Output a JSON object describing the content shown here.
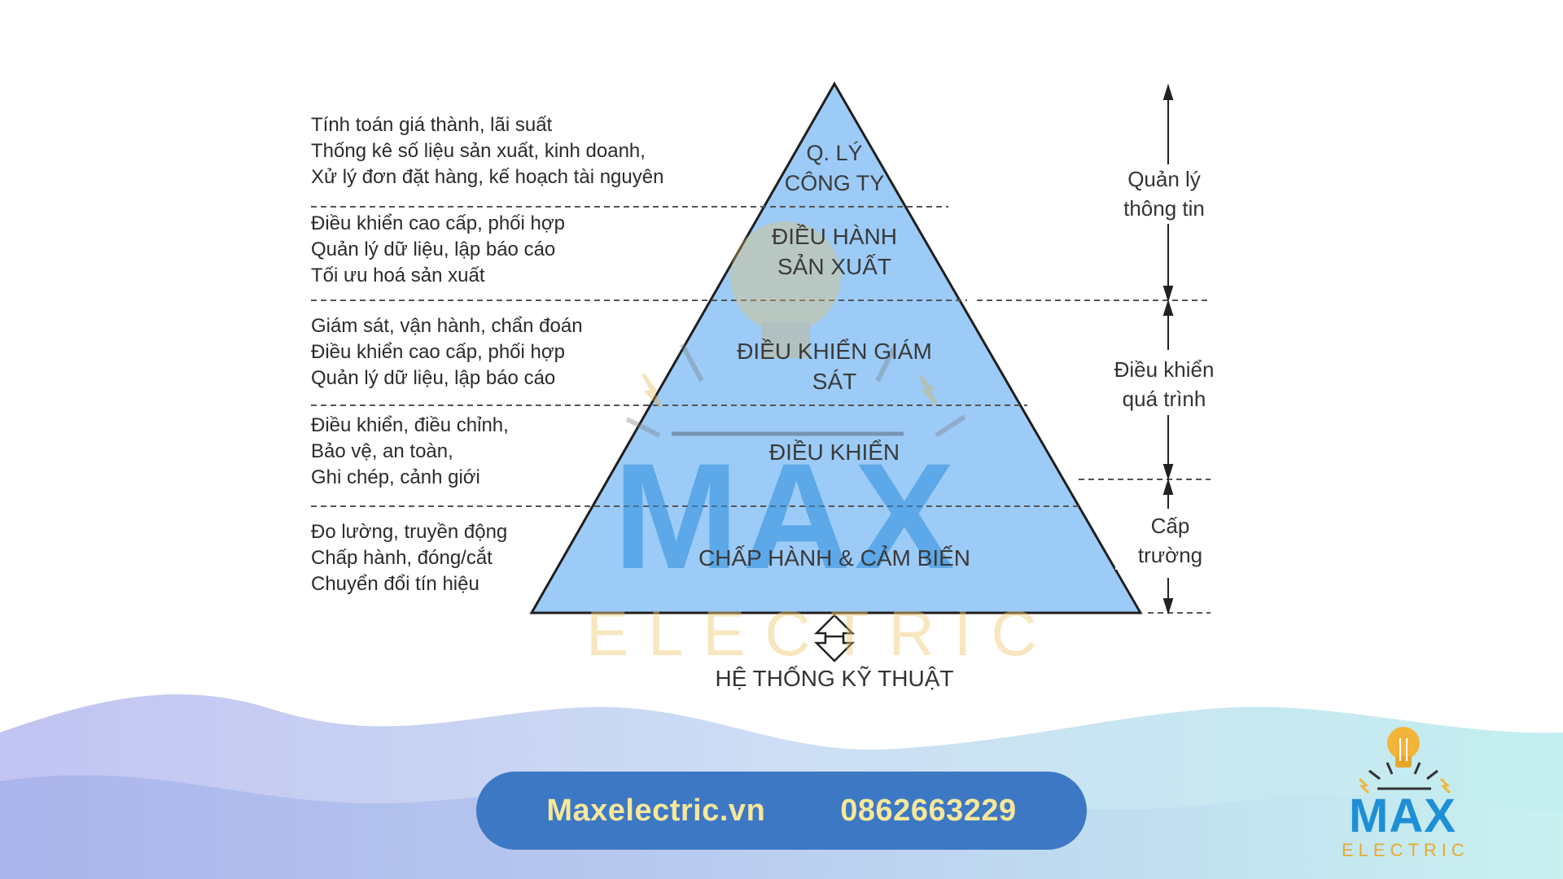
{
  "pyramid": {
    "levels": [
      {
        "label": "Q. LÝ CÔNG TY",
        "lines": [
          "Q. LÝ",
          "CÔNG TY"
        ]
      },
      {
        "label": "ĐIỀU HÀNH SẢN XUẤT",
        "lines": [
          "ĐIỀU HÀNH",
          "SẢN XUẤT"
        ]
      },
      {
        "label": "ĐIỀU KHIỂN GIÁM SÁT",
        "lines": [
          "ĐIỀU KHIỂN GIÁM",
          "SÁT"
        ]
      },
      {
        "label": "ĐIỀU KHIỂN",
        "lines": [
          "ĐIỀU KHIỂN"
        ]
      },
      {
        "label": "CHẤP HÀNH & CẢM BIẾN",
        "lines": [
          "CHẤP HÀNH & CẢM BIẾN"
        ]
      }
    ],
    "base_label": "HỆ THỐNG KỸ THUẬT",
    "fill_color": "#9ccbf7",
    "stroke_color": "#1f1f1f"
  },
  "descriptions": [
    [
      "Tính toán giá thành, lãi suất",
      "Thống kê số liệu sản xuất, kinh doanh,",
      "Xử lý đơn đặt hàng, kế hoạch tài nguyên"
    ],
    [
      "Điều khiển cao cấp, phối hợp",
      "Quản lý dữ liệu, lập báo cáo",
      "Tối ưu hoá sản xuất"
    ],
    [
      "Giám sát, vận hành, chẩn đoán",
      "Điều khiển cao cấp, phối hợp",
      "Quản lý dữ liệu, lập báo cáo"
    ],
    [
      "Điều khiển, điều chỉnh,",
      "Bảo vệ, an toàn,",
      "Ghi chép, cảnh giới"
    ],
    [
      "Đo lường, truyền động",
      "Chấp hành, đóng/cắt",
      "Chuyển đổi tín hiệu"
    ]
  ],
  "right_groups": [
    {
      "lines": [
        "Quản lý",
        "thông tin"
      ]
    },
    {
      "lines": [
        "Điều khiển",
        "quá trình"
      ]
    },
    {
      "lines": [
        "Cấp",
        "trường"
      ]
    }
  ],
  "footer": {
    "website": "Maxelectric.vn",
    "phone": "0862663229",
    "pill_color": "#3d78c4",
    "text_color": "#f6e79a"
  },
  "logo": {
    "name": "MAX",
    "sub": "ELECTRIC",
    "icon": "lightbulb-icon"
  },
  "watermark": {
    "name": "MAX",
    "sub": "ELECTRIC"
  }
}
